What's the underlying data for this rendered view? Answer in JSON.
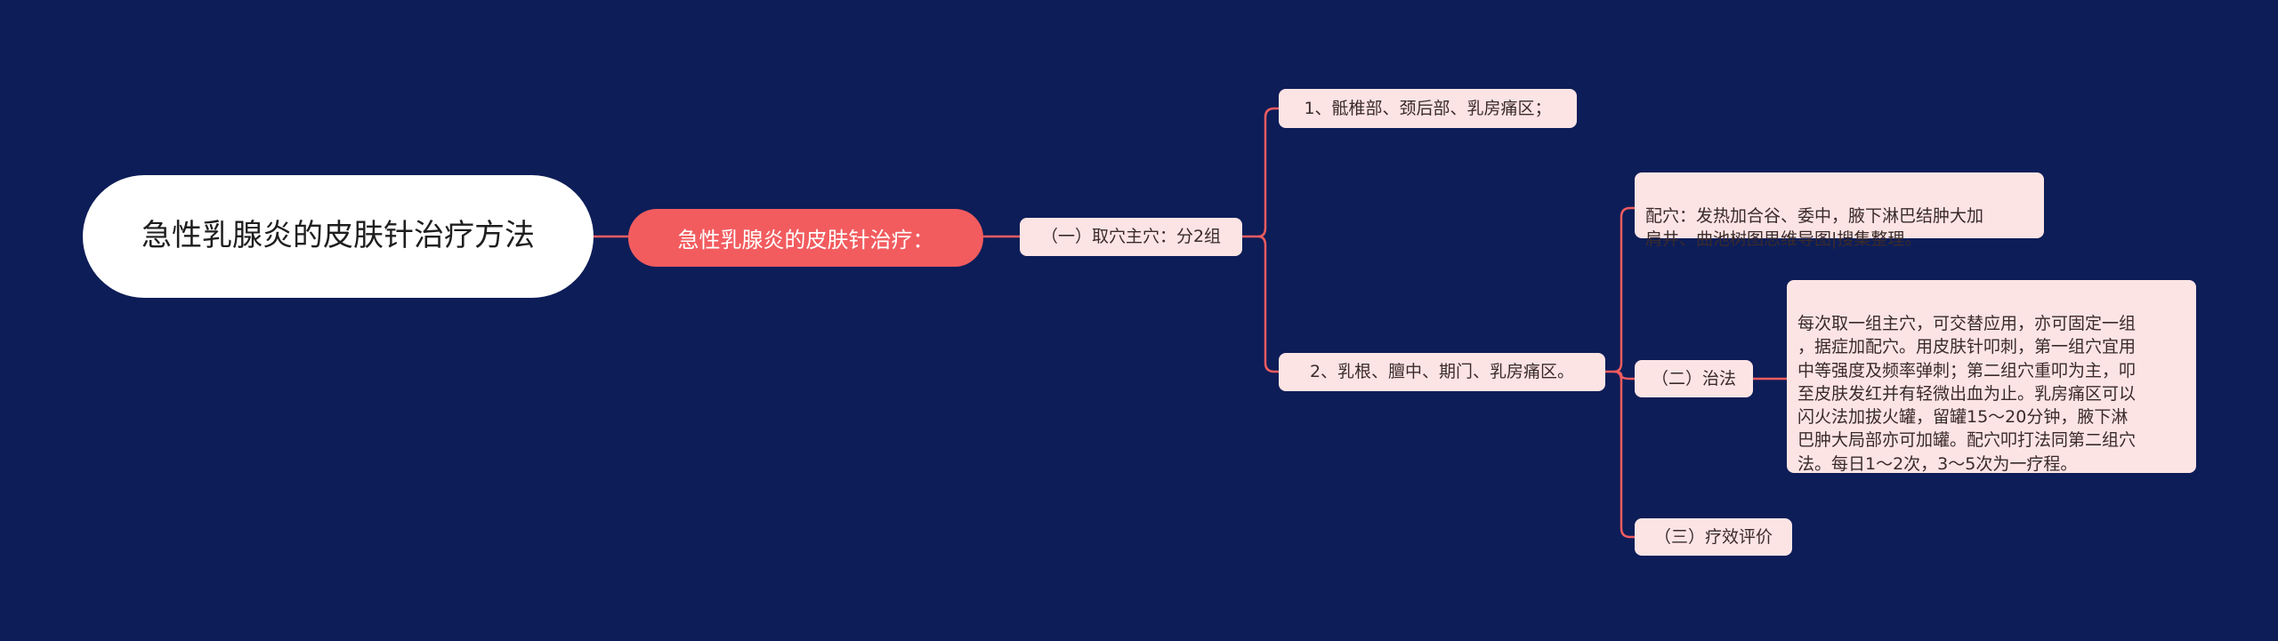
{
  "root": {
    "title": "急性乳腺炎的皮肤针治疗方法"
  },
  "branch": {
    "label": "急性乳腺炎的皮肤针治疗："
  },
  "section1": {
    "label": "（一）取穴主穴：分2组",
    "group1": "1、骶椎部、颈后部、乳房痛区；",
    "group2": "2、乳根、膻中、期门、乳房痛区。",
    "supplement": "配穴：发热加合谷、委中，腋下淋巴结肿大加\n肩井、曲池树图思维导图|搜集整理。"
  },
  "section2": {
    "label": "（二）治法",
    "content": "每次取一组主穴，可交替应用，亦可固定一组\n，据症加配穴。用皮肤针叩刺，第一组穴宜用\n中等强度及频率弹刺；第二组穴重叩为主，叩\n至皮肤发红并有轻微出血为止。乳房痛区可以\n闪火法加拔火罐，留罐15～20分钟，腋下淋\n巴肿大局部亦可加罐。配穴叩打法同第二组穴\n法。每日1～2次，3～5次为一疗程。"
  },
  "section3": {
    "label": "（三）疗效评价"
  },
  "colors": {
    "background": "#0d1d58",
    "root_fill": "#ffffff",
    "branch_fill": "#f25c5f",
    "leaf_fill": "#fde4e4",
    "connector": "#f25c5f"
  }
}
